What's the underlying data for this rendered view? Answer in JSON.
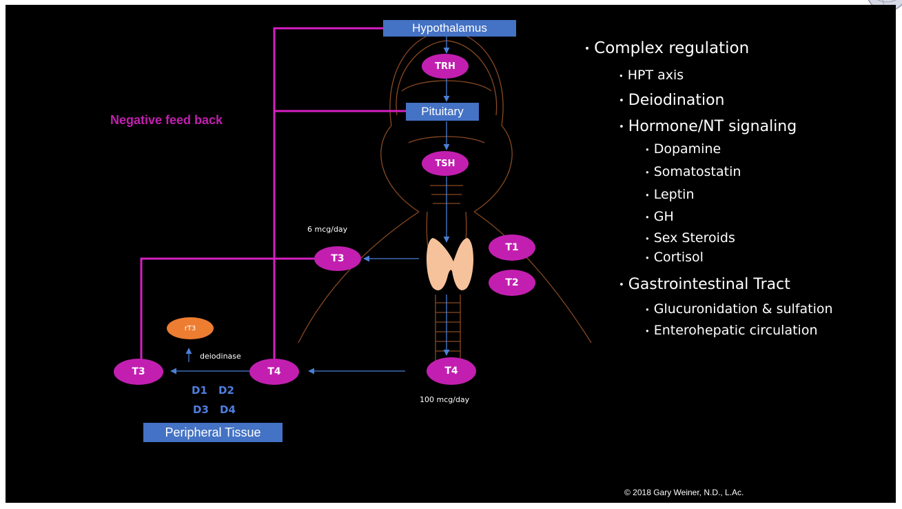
{
  "diagram": {
    "boxes": {
      "hypothalamus": "Hypothalamus",
      "pituitary": "Pituitary",
      "peripheral_tissue": "Peripheral Tissue"
    },
    "hormones": {
      "trh": "TRH",
      "tsh": "TSH",
      "t1": "T1",
      "t2": "T2",
      "t3_center": "T3",
      "t4_center": "T4",
      "t4_peripheral": "T4",
      "t3_peripheral": "T3",
      "rt3": "rT3"
    },
    "labels": {
      "negative_feedback": "Negative feed back",
      "t3_dose": "6 mcg/day",
      "t4_dose": "100 mcg/day",
      "deiodinase": "deiodinase",
      "d1": "D1",
      "d2": "D2",
      "d3": "D3",
      "d4": "D4"
    }
  },
  "bullets": {
    "level0": "Complex regulation",
    "hpt_axis": "HPT axis",
    "deiodination": "Deiodination",
    "hormone_nt": "Hormone/NT signaling",
    "dopamine": "Dopamine",
    "somatostatin": "Somatostatin",
    "leptin": "Leptin",
    "gh": "GH",
    "sex_steroids": "Sex Steroids",
    "cortisol": "Cortisol",
    "gi_tract": "Gastrointestinal Tract",
    "glucuronidation": "Glucuronidation & sulfation",
    "enterohepatic": "Enterohepatic circulation"
  },
  "footer": {
    "copyright": "© 2018 Gary Weiner, N.D., L.Ac."
  },
  "colors": {
    "slide_bg": "#000000",
    "magenta": "#c21fb0",
    "feedback_line": "#d61fc2",
    "box_blue": "#4472c4",
    "arrow_blue": "#4a7fd6",
    "enzyme_blue": "#4f7fe0",
    "rt3_orange": "#ed7d31",
    "thyroid_peach": "#f6c29b",
    "outline_brown": "#8a4a22"
  }
}
